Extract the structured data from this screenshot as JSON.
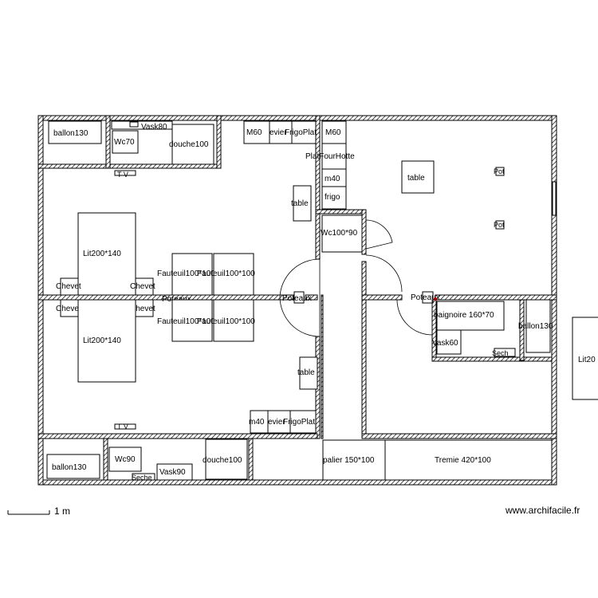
{
  "scale_label": "1 m",
  "website": "www.archifacile.fr",
  "labels": {
    "ballon_top": "ballon130",
    "vask80": "Vask80",
    "wc70": "Wc70",
    "douche_top": "douche100",
    "m60_left": "M60",
    "evier_top": "evier",
    "frigoplat_top": "FrigoPlat",
    "m60_right": "M60",
    "plat_four_hotte": "PlatFourHotte",
    "m40_right": "m40",
    "frigo_right": "frigo",
    "table_right": "table",
    "pot1": "Pot",
    "pot2": "Pot",
    "tv_top": "T V",
    "lit_top": "Lit200*140",
    "chevet_tl": "Chevet",
    "chevet_tr": "Chevet",
    "table_mid": "table",
    "fauteuil_tl": "Fauteuil100*100",
    "fauteuil_tr": "Fauteuil100*100",
    "wc100": "Wc100*90",
    "poteau_l": "Poteaux",
    "poteau_m": "Poteaux",
    "poteau_r": "Poteaux",
    "chevet_bl": "Chevet",
    "chevet_br": "Chevet",
    "fauteuil_bl": "Fauteuil100*100",
    "fauteuil_br": "Fauteuil100*100",
    "lit_bot": "Lit200*140",
    "baignoire": "baignoire 160*70",
    "vask60": "Vask60",
    "ballon_right": "ballon130",
    "sech": "Sech",
    "table_bot": "table",
    "lit_far": "Lit20",
    "tv_bot": "T V",
    "m40_bot": "m40",
    "evier_bot": "evier",
    "frigoplat_bot": "FrigoPlat",
    "ballon_bot": "ballon130",
    "wc90": "Wc90",
    "douche_bot": "douche100",
    "seche_bot": "Seche",
    "vask90": "Vask90",
    "palier": "palier 150*100",
    "tremie": "Tremie 420*100"
  }
}
